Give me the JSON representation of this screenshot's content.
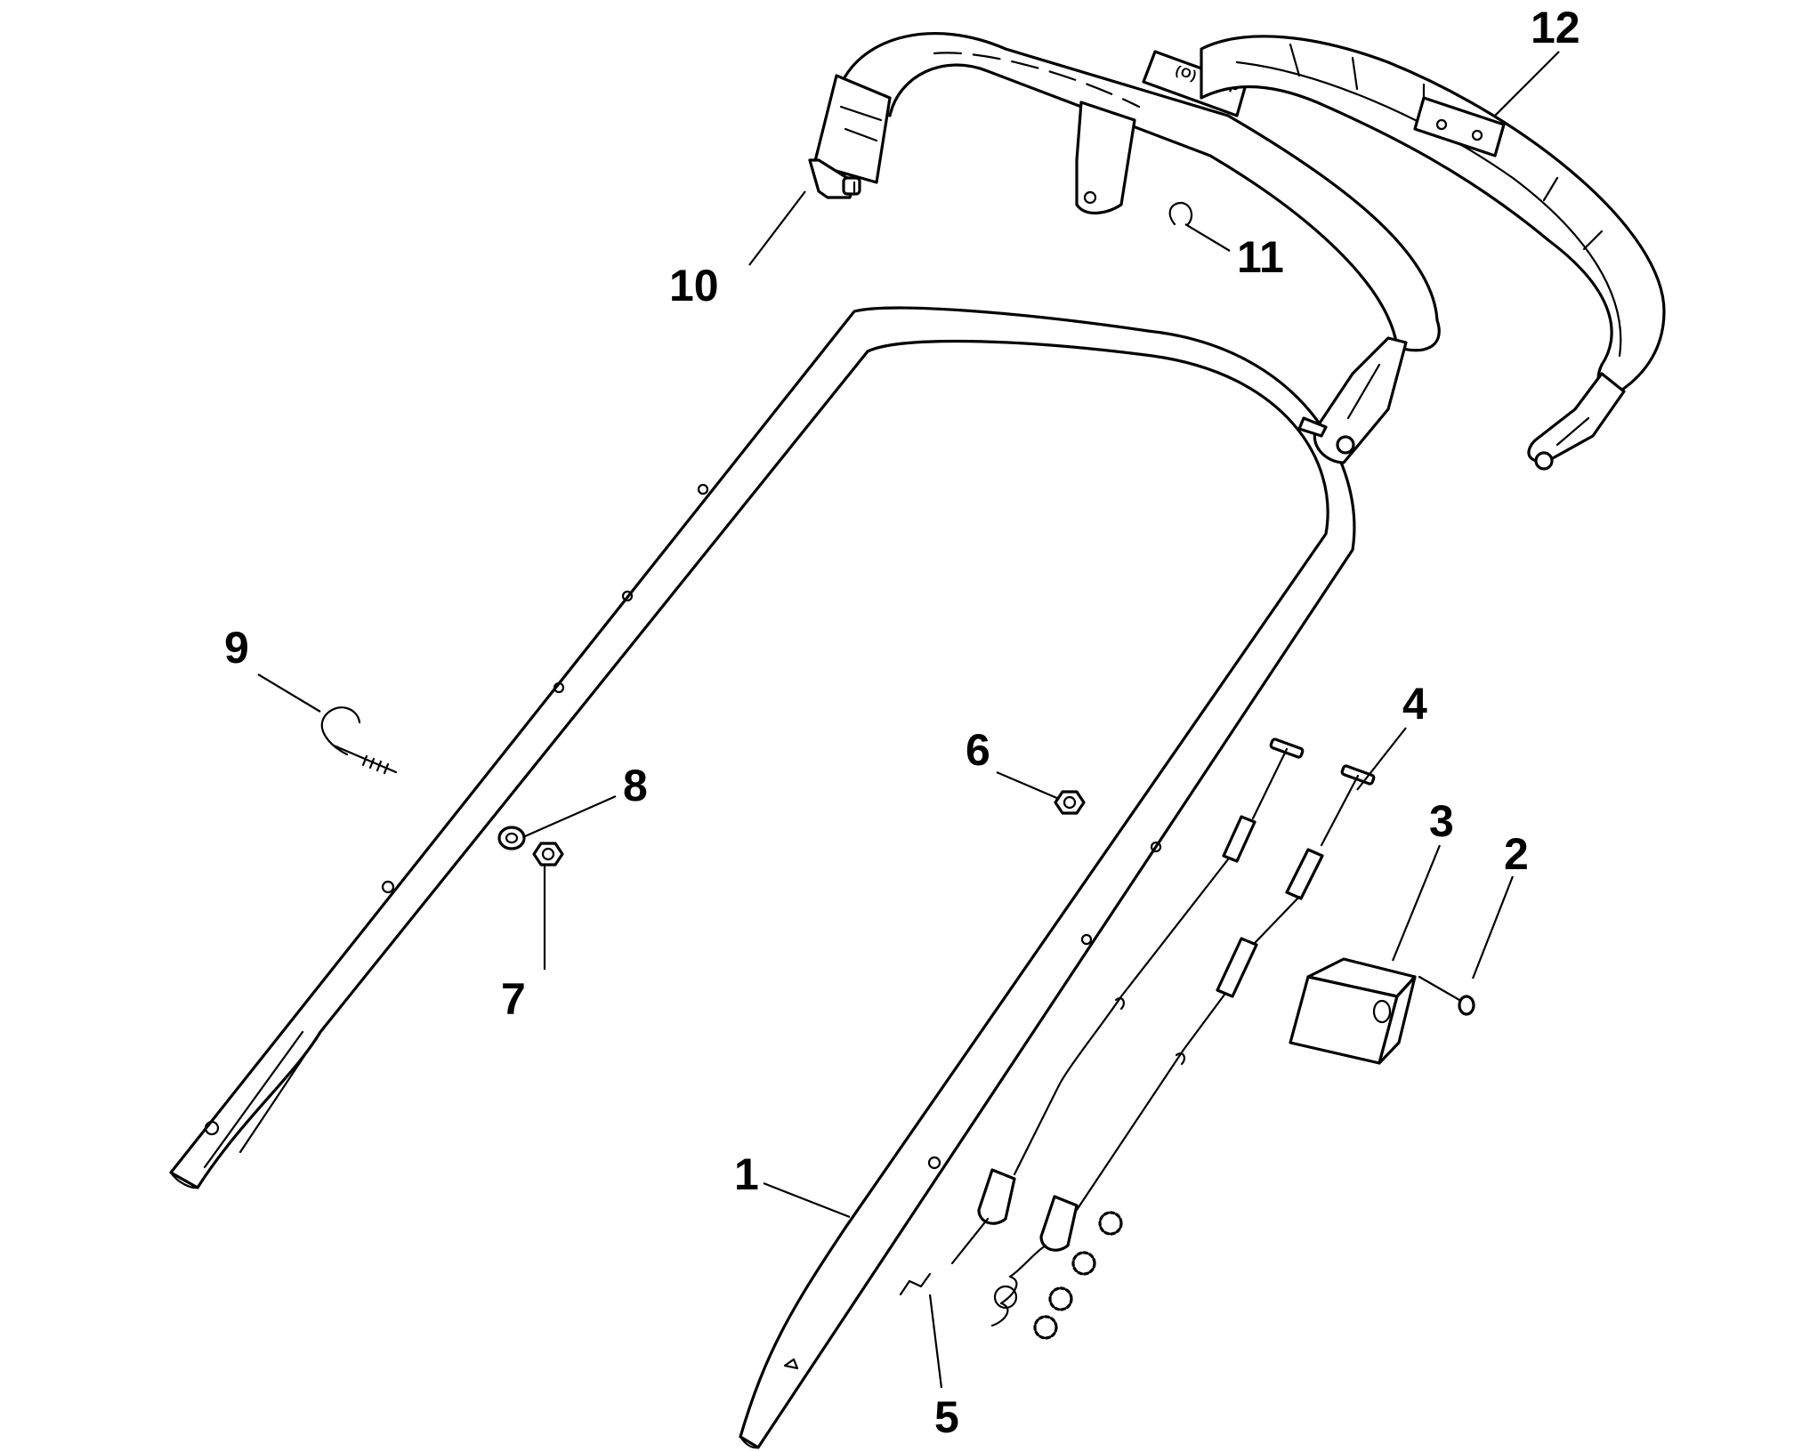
{
  "diagram": {
    "callouts": [
      "1",
      "2",
      "3",
      "4",
      "5",
      "6",
      "7",
      "8",
      "9",
      "10",
      "11",
      "12"
    ],
    "stop_label": "(O) STOP",
    "colors": {
      "line": "#000000",
      "background": "#ffffff"
    }
  }
}
